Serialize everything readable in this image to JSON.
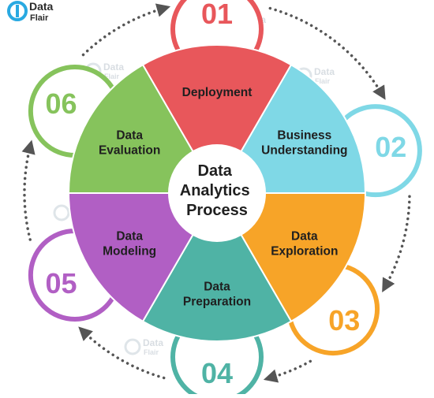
{
  "logo": {
    "line1": "Data",
    "line2": "Flair",
    "color": "#29a9e1"
  },
  "center": {
    "lines": [
      "Data",
      "Analytics",
      "Process"
    ]
  },
  "steps": [
    {
      "number": "01",
      "label_lines": [
        "Deployment"
      ],
      "color": "#e8575b"
    },
    {
      "number": "02",
      "label_lines": [
        "Business",
        "Understanding"
      ],
      "color": "#7fd8e6"
    },
    {
      "number": "03",
      "label_lines": [
        "Data",
        "Exploration"
      ],
      "color": "#f7a428"
    },
    {
      "number": "04",
      "label_lines": [
        "Data",
        "Preparation"
      ],
      "color": "#4fb3a5"
    },
    {
      "number": "05",
      "label_lines": [
        "Data",
        "Modeling"
      ],
      "color": "#b15fc4"
    },
    {
      "number": "06",
      "label_lines": [
        "Data",
        "Evaluation"
      ],
      "color": "#86c35c"
    }
  ],
  "watermark": {
    "line1": "Data",
    "line2": "Flair",
    "color": "#c5d0d8"
  },
  "connector_color": "#555555"
}
